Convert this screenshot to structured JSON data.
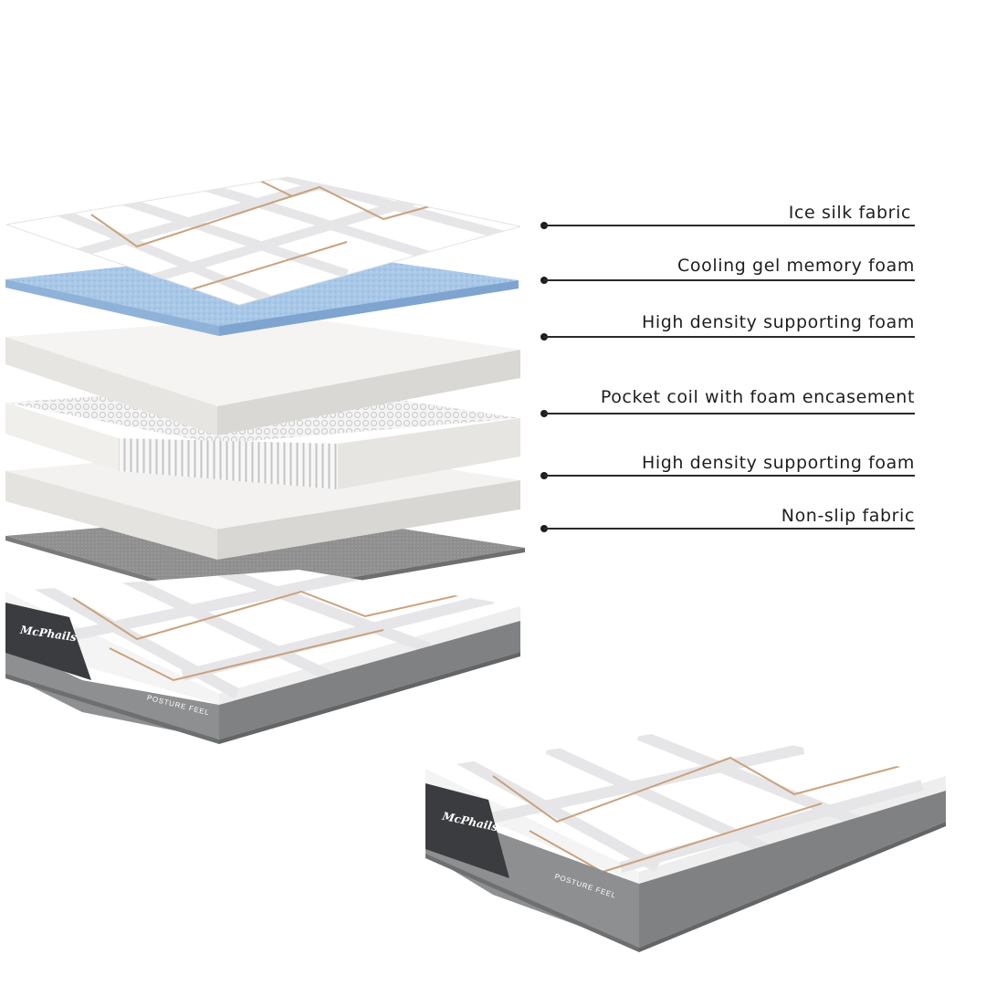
{
  "layers": [
    {
      "name": "ice-silk-fabric-layer",
      "label": "Ice silk fabric"
    },
    {
      "name": "cooling-gel-memory-foam-layer",
      "label": "Cooling gel memory foam"
    },
    {
      "name": "high-density-foam-top-layer",
      "label": "High density supporting foam"
    },
    {
      "name": "pocket-coil-layer",
      "label": "Pocket coil with foam encasement"
    },
    {
      "name": "high-density-foam-bottom-layer",
      "label": "High density supporting foam"
    },
    {
      "name": "non-slip-fabric-layer",
      "label": "Non-slip fabric"
    }
  ],
  "brand": {
    "logo_text": "McPhails",
    "model_text": "POSTURE FEEL"
  },
  "colors": {
    "cover_white": "#ffffff",
    "stripe_grey": "#e4e4e6",
    "copper_line": "#c9a27e",
    "gel_blue": "#a9c8e8",
    "foam_white": "#f1f0ee",
    "base_grey": "#8d8f91",
    "logo_panel": "#3a3c3f",
    "callout_line": "#2a2a2a"
  }
}
